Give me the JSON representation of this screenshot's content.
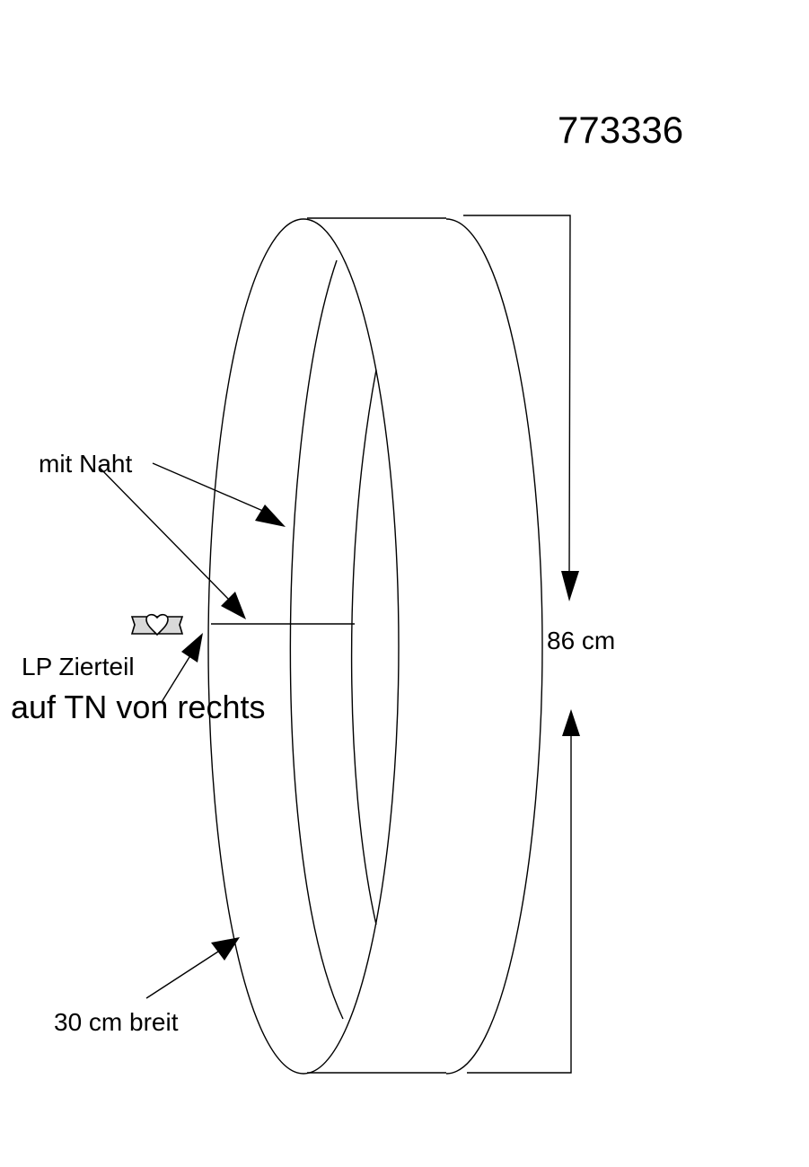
{
  "diagram": {
    "article_number": "773336",
    "height_label": "86 cm",
    "seam_label": "mit Naht",
    "ornament_label": "LP Zierteil",
    "placement_label": "auf TN von rechts",
    "width_label": "30 cm breit",
    "stroke_color": "#000000",
    "ornament_fill": "#d9d9d9",
    "ornament_icon": "heart-bow-ornament-icon"
  }
}
